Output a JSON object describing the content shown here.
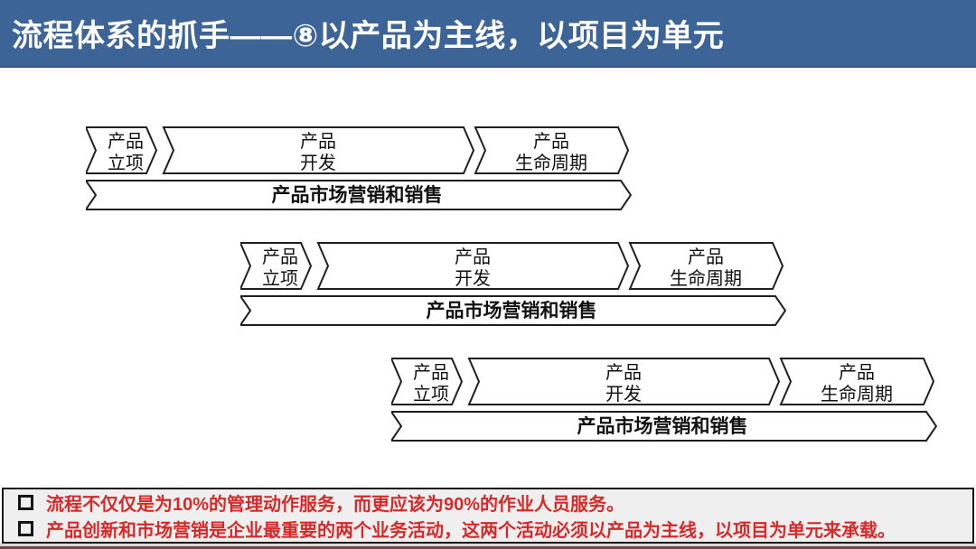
{
  "header": {
    "title": "流程体系的抓手——⑧以产品为主线，以项目为单元",
    "bg_color": "#3d6496",
    "text_color": "#ffffff"
  },
  "process_rows": [
    {
      "steps": [
        {
          "line1": "产品",
          "line2": "立项"
        },
        {
          "line1": "产品",
          "line2": "开发"
        },
        {
          "line1": "产品",
          "line2": "生命周期"
        }
      ],
      "banner": "产品市场营销和销售"
    },
    {
      "steps": [
        {
          "line1": "产品",
          "line2": "立项"
        },
        {
          "line1": "产品",
          "line2": "开发"
        },
        {
          "line1": "产品",
          "line2": "生命周期"
        }
      ],
      "banner": "产品市场营销和销售"
    },
    {
      "steps": [
        {
          "line1": "产品",
          "line2": "立项"
        },
        {
          "line1": "产品",
          "line2": "开发"
        },
        {
          "line1": "产品",
          "line2": "生命周期"
        }
      ],
      "banner": "产品市场营销和销售"
    }
  ],
  "notes": {
    "items": [
      "流程不仅仅是为10%的管理动作服务，而更应该为90%的作业人员服务。",
      "产品创新和市场营销是企业最重要的两个业务活动，这两个活动必须以产品为主线，以项目为单元来承载。"
    ],
    "text_color": "#d42a2a"
  }
}
